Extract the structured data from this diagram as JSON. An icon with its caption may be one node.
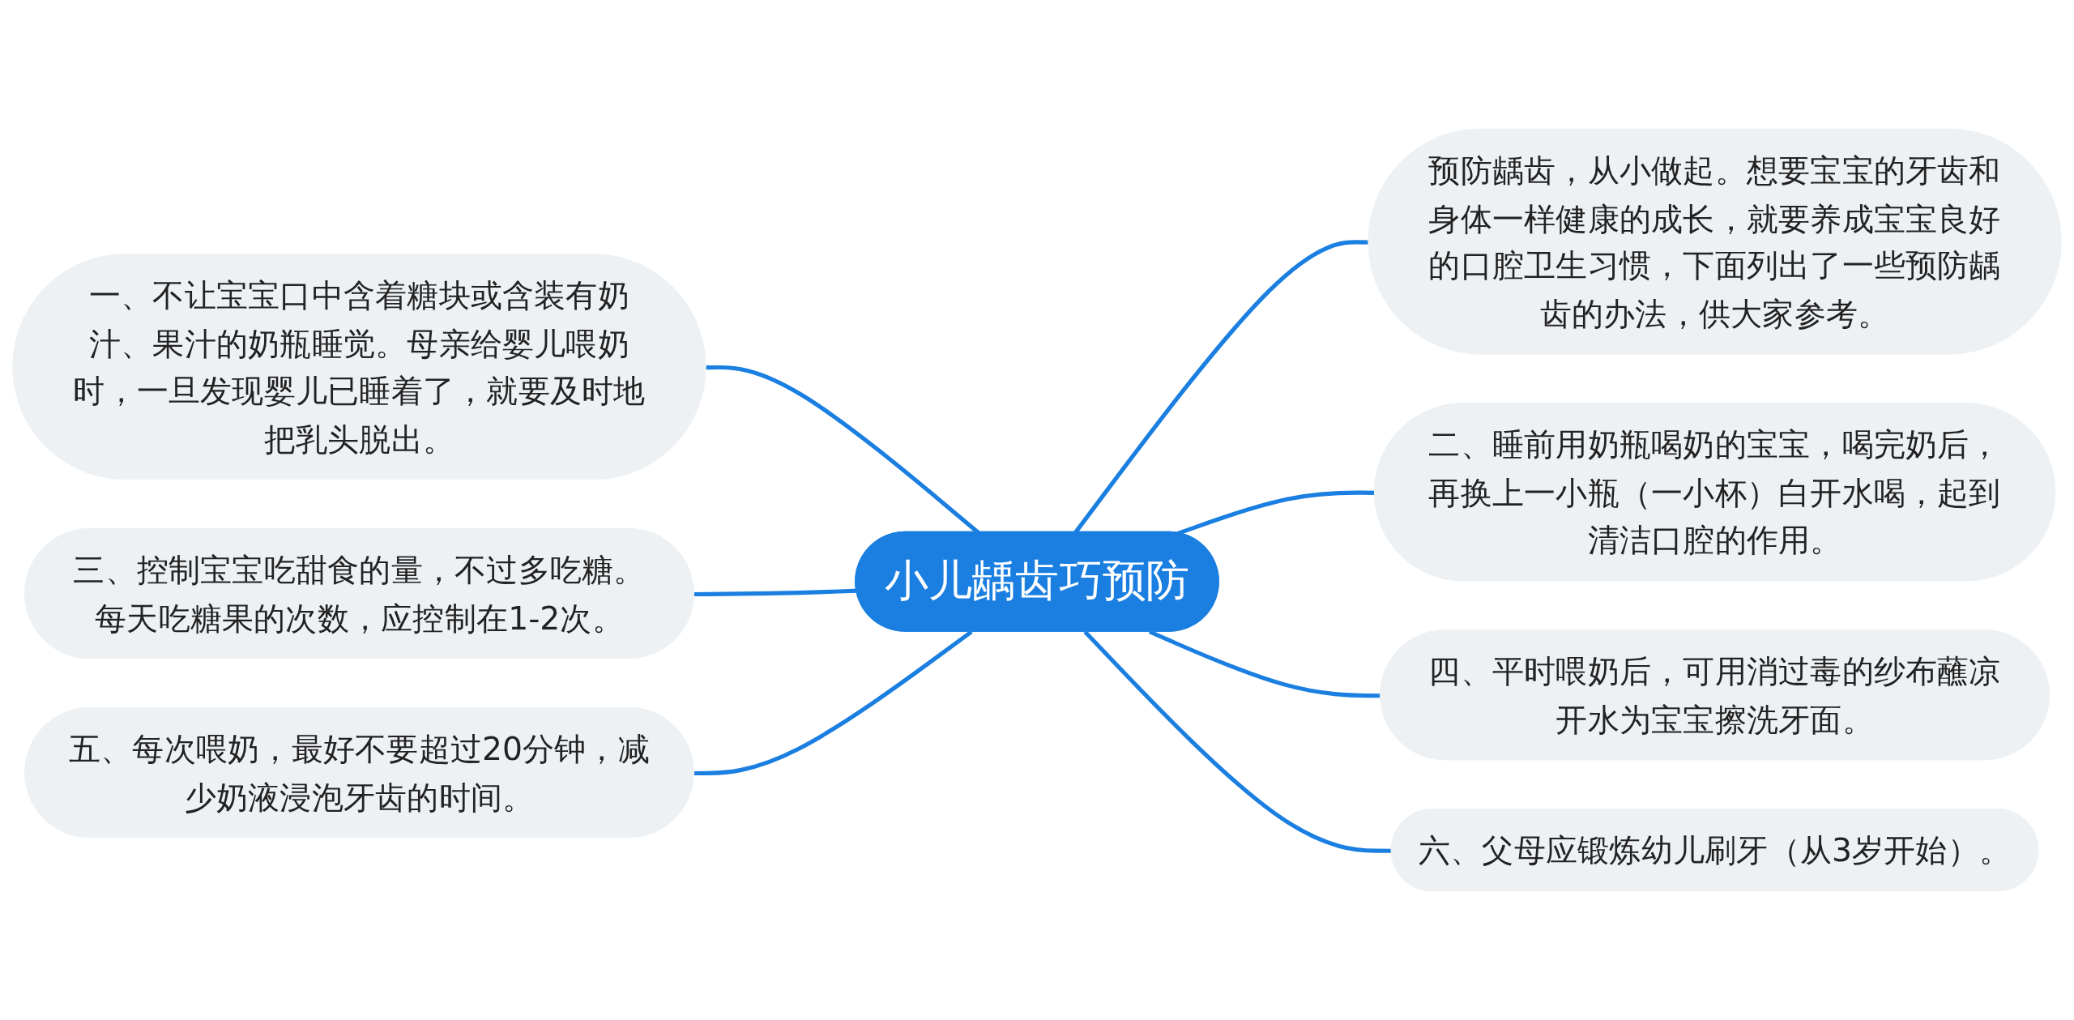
{
  "diagram": {
    "nodes": [
      {
        "text": [
          "小儿龋齿巧预防"
        ]
      },
      {
        "text": [
          "预防龋齿，从小做起。想要宝宝的牙齿和身体一样健康的成长，就要养成宝宝良好的口腔卫生习惯，下面列出了一些预防龋齿的办法，供大家参考。"
        ]
      },
      {
        "text": [
          "一、不让宝宝口中含着糖块或含装有奶汁、果汁的奶瓶睡觉。母亲给婴儿喂奶时，一旦发现婴儿已睡着了，就要及时地把乳头脱出。"
        ]
      },
      {
        "text": [
          "二、睡前用奶瓶喝奶的宝宝，喝完奶后，再换上一小瓶（一小杯）白开水喝，起到清洁口腔的作用。"
        ]
      },
      {
        "text": [
          "三、控制宝宝吃甜食的量，不过多吃糖。每天吃糖果的次数，应控制在1-2次。"
        ]
      },
      {
        "text": [
          "四、平时喂奶后，可用消过毒的纱布蘸凉开水为宝宝擦洗牙面。"
        ]
      },
      {
        "text": [
          "五、每次喂奶，最好不要超过20分钟，减少奶液浸泡牙齿的时间。"
        ]
      },
      {
        "text": [
          "六、父母应锻炼幼儿刷牙（从3岁开始）。"
        ]
      }
    ],
    "edges": [
      {
        "from": 0,
        "to": 1,
        "arrow": "none"
      },
      {
        "from": 0,
        "to": 2,
        "arrow": "none"
      },
      {
        "from": 0,
        "to": 3,
        "arrow": "none"
      },
      {
        "from": 0,
        "to": 4,
        "arrow": "none"
      },
      {
        "from": 0,
        "to": 5,
        "arrow": "none"
      },
      {
        "from": 0,
        "to": 6,
        "arrow": "none"
      },
      {
        "from": 0,
        "to": 7,
        "arrow": "none"
      }
    ]
  }
}
